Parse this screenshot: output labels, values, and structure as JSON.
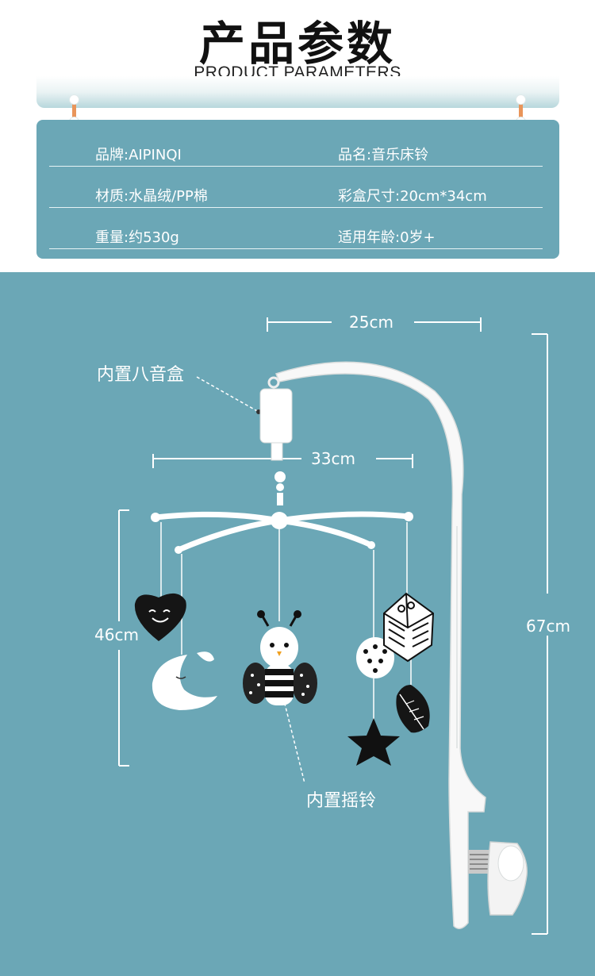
{
  "header": {
    "title_cn": "产品参数",
    "title_en": "PRODUCT PARAMETERS"
  },
  "params": [
    {
      "left": "品牌:AIPINQI",
      "right": "品名:音乐床铃"
    },
    {
      "left": "材质:水晶绒/PP棉",
      "right": "彩盒尺寸:20cm*34cm"
    },
    {
      "left": "重量:约530g",
      "right": "适用年龄:0岁+"
    }
  ],
  "dimensions": {
    "arm_width": "25cm",
    "hanger_width": "33cm",
    "hanging_length": "46cm",
    "total_height": "67cm"
  },
  "callouts": {
    "music_box": "内置八音盒",
    "rattle": "内置摇铃"
  },
  "colors": {
    "background": "#6ba7b6",
    "accent_hook": "#e9955a",
    "text_light": "#ffffff"
  }
}
